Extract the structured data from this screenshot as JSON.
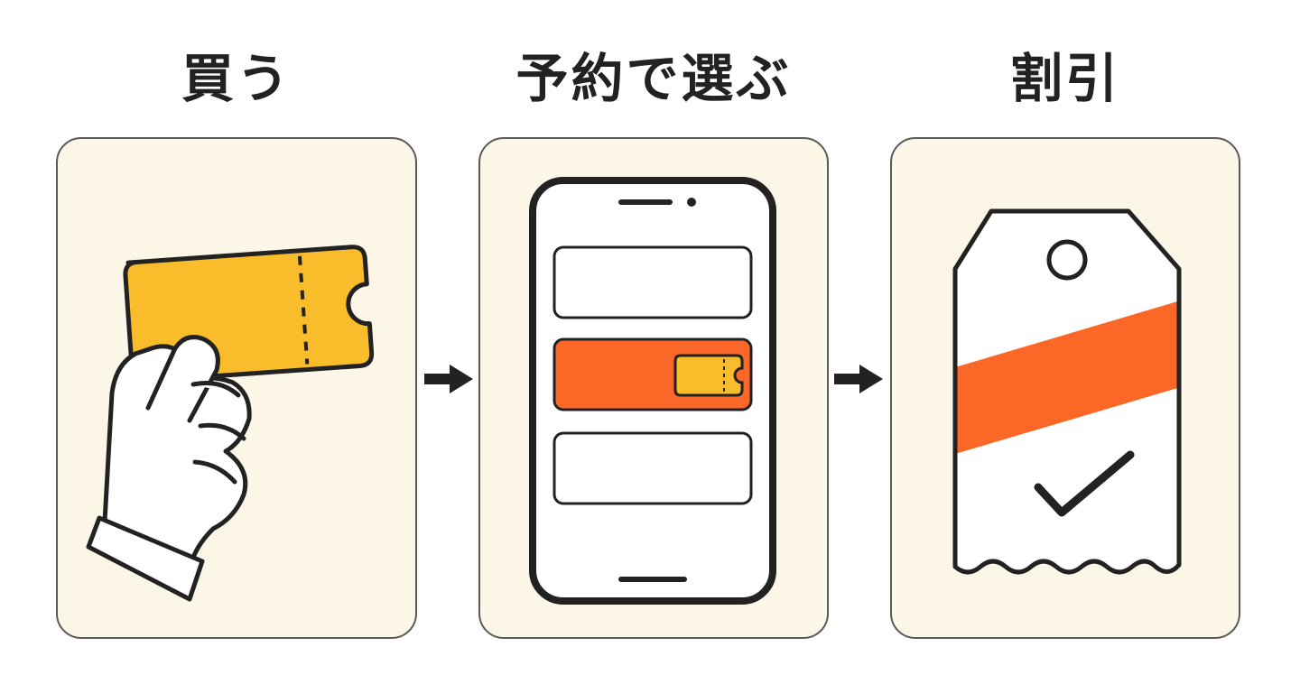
{
  "steps": [
    {
      "title": "買う",
      "illustration": "hand-holding-ticket-icon"
    },
    {
      "title": "予約で選ぶ",
      "illustration": "smartphone-ticket-select-icon"
    },
    {
      "title": "割引",
      "illustration": "discount-tag-check-icon"
    }
  ],
  "connectors": [
    "arrow-right-icon",
    "arrow-right-icon"
  ],
  "colors": {
    "ticket": "#f9bd2b",
    "highlight": "#fb6726",
    "panel_bg": "#fcf6e6",
    "outline": "#222222"
  }
}
